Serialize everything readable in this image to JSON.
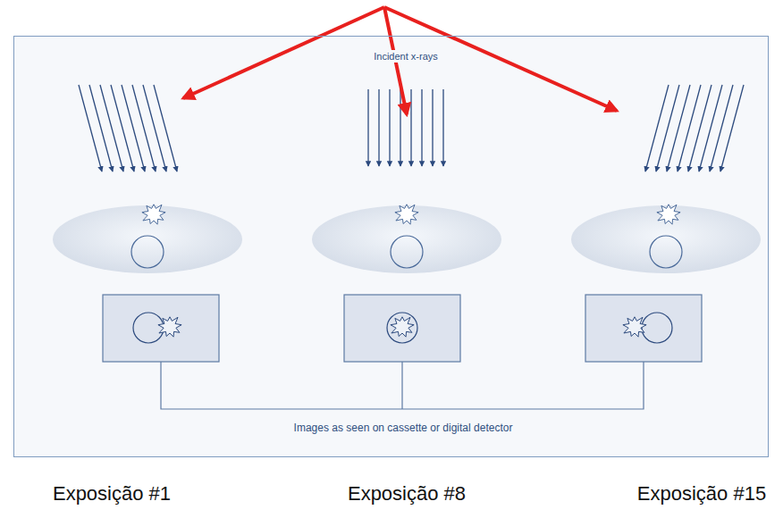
{
  "diagram": {
    "nodes": [
      {
        "text": [
          "Incident x-rays",
          "Images as seen on cassette or digital detector"
        ]
      }
    ],
    "labels": [
      "Exposição #1",
      "Exposição #8",
      "Exposição #15"
    ]
  }
}
